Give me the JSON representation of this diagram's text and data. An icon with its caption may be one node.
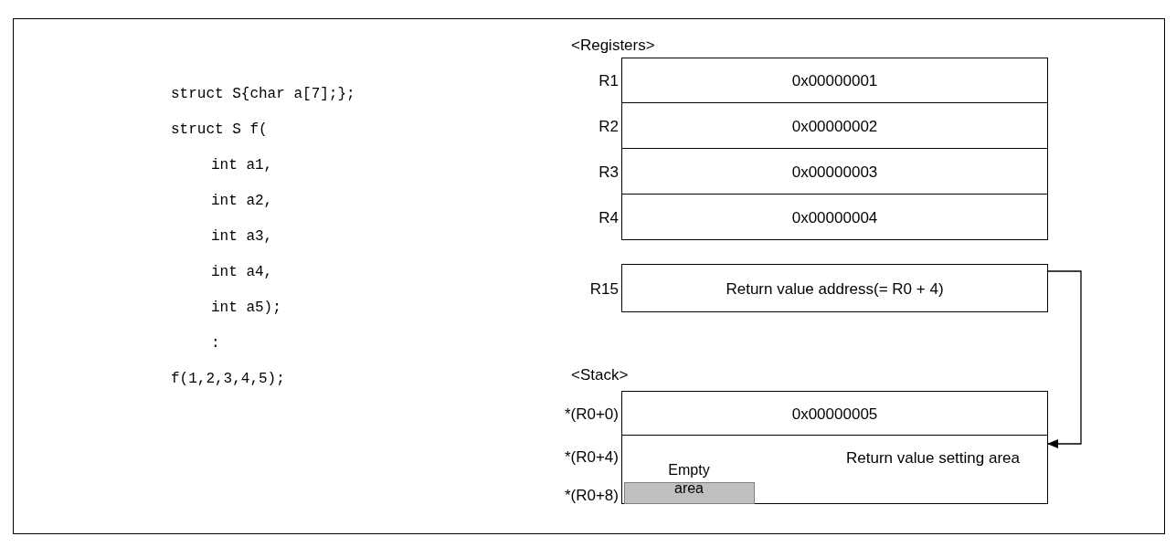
{
  "diagram": {
    "nodes": [
      {
        "text": [
          "0x00000001"
        ],
        "beside": [
          "R1"
        ]
      },
      {
        "text": [
          "0x00000002"
        ],
        "beside": [
          "R2"
        ]
      },
      {
        "text": [
          "0x00000003"
        ],
        "beside": [
          "R3"
        ]
      },
      {
        "text": [
          "0x00000004"
        ],
        "beside": [
          "R4"
        ]
      },
      {
        "text": [
          "Return value address(= R0 + 4)"
        ],
        "beside": [
          "R15"
        ]
      },
      {
        "text": [
          "0x00000005"
        ],
        "beside": [
          "*(R0+0)"
        ]
      },
      {
        "text": [
          "Return value setting area"
        ],
        "beside": [
          "*(R0+4)",
          "*(R0+8)"
        ]
      },
      {
        "text": [
          "Empty area"
        ],
        "in": 6
      }
    ],
    "edges": [
      {
        "from": 4,
        "to": 6,
        "arrow": "to"
      }
    ],
    "labels": [
      "struct S{char a[7];};",
      "struct S f(",
      "int a1,",
      "int a2,",
      "int a3,",
      "int a4,",
      "int a5);",
      ":",
      "f(1,2,3,4,5);",
      "<Registers>",
      "<Stack>"
    ]
  }
}
